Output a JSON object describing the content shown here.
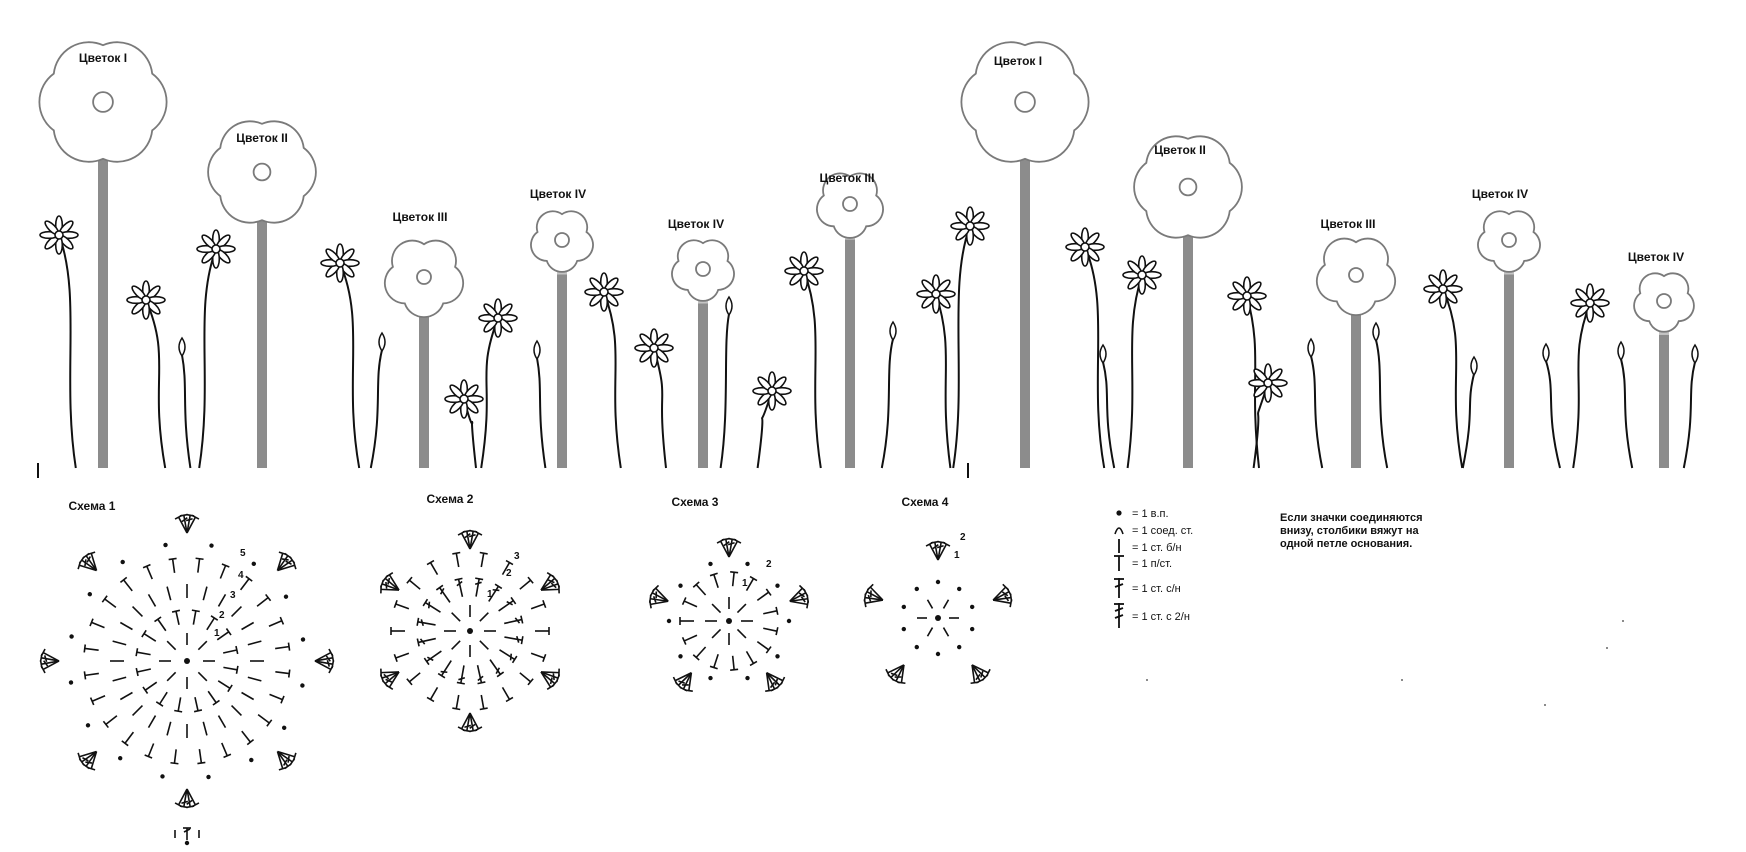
{
  "flower_labels": {
    "f1": "Цветок I",
    "f2": "Цветок II",
    "f3": "Цветок III",
    "f4": "Цветок IV"
  },
  "scheme_labels": [
    "Схема 1",
    "Схема 2",
    "Схема 3",
    "Схема 4"
  ],
  "legend": [
    {
      "symbol": "chain-dot",
      "text": "= 1 в.п."
    },
    {
      "symbol": "slip-stitch-arc",
      "text": "= 1 соед. ст."
    },
    {
      "symbol": "single-crochet",
      "text": "= 1 ст. б/н"
    },
    {
      "symbol": "half-double-crochet",
      "text": "= 1 п/ст."
    },
    {
      "symbol": "double-crochet",
      "text": "= 1 ст. с/н"
    },
    {
      "symbol": "treble-crochet",
      "text": "= 1 ст. с 2/н"
    }
  ],
  "note": {
    "line1": "Если значки соединяются",
    "line2": "внизу, столбики вяжут на",
    "line3": "одной петле основания."
  },
  "round_numbers": {
    "s1": [
      "1",
      "2",
      "3",
      "4",
      "5"
    ],
    "s2": [
      "1",
      "2",
      "3"
    ],
    "s3": [
      "1",
      "2"
    ],
    "s4": [
      "1",
      "2"
    ]
  },
  "colors": {
    "outline": "#7a7a7a",
    "stem": "#8c8c8c",
    "stem_top": "#c4c4c4",
    "ink": "#111111"
  }
}
